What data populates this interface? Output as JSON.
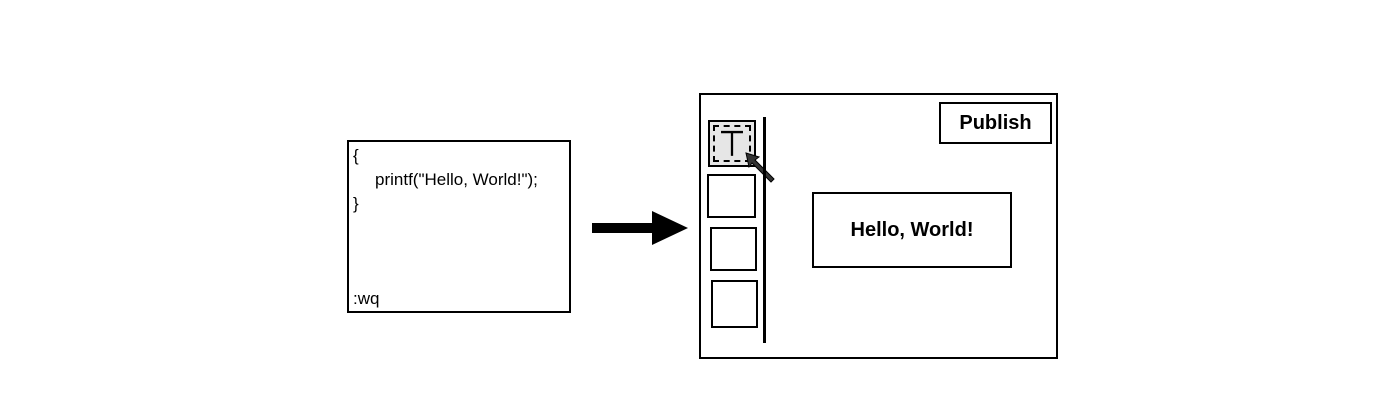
{
  "editor": {
    "code_lines": [
      "{",
      "printf(\"Hello, World!\");",
      "}"
    ],
    "command": ":wq"
  },
  "builder": {
    "publish_label": "Publish",
    "text_block": "Hello, World!",
    "tools": [
      "text-tool",
      "empty-tool",
      "empty-tool",
      "empty-tool"
    ]
  }
}
